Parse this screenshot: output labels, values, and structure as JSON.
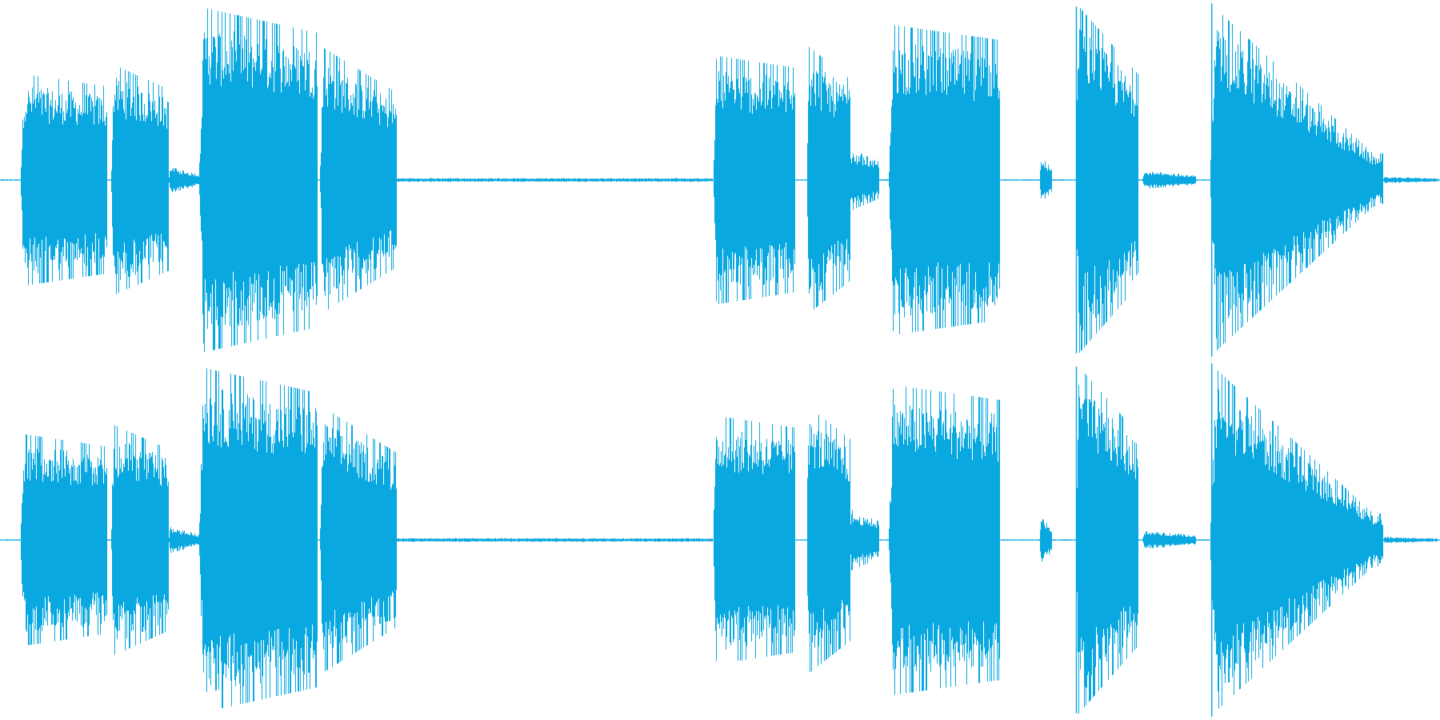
{
  "waveform": {
    "color": "#0aa8e0",
    "background": "#ffffff",
    "channel_count": 2,
    "segments": [
      {
        "start": 0.014,
        "end": 0.074,
        "amp": 0.62,
        "attack": 0.85,
        "decay": 0.12
      },
      {
        "start": 0.077,
        "end": 0.117,
        "amp": 0.7,
        "attack": 0.7,
        "decay": 0.22
      },
      {
        "start": 0.117,
        "end": 0.138,
        "amp": 0.09,
        "attack": 0.2,
        "decay": 0.6
      },
      {
        "start": 0.138,
        "end": 0.22,
        "amp": 0.98,
        "attack": 1.0,
        "decay": 0.15
      },
      {
        "start": 0.222,
        "end": 0.275,
        "amp": 0.8,
        "attack": 0.75,
        "decay": 0.35
      },
      {
        "start": 0.495,
        "end": 0.552,
        "amp": 0.72,
        "attack": 0.9,
        "decay": 0.1
      },
      {
        "start": 0.56,
        "end": 0.59,
        "amp": 0.82,
        "attack": 0.65,
        "decay": 0.25
      },
      {
        "start": 0.59,
        "end": 0.61,
        "amp": 0.2,
        "attack": 0.4,
        "decay": 0.4
      },
      {
        "start": 0.617,
        "end": 0.694,
        "amp": 0.88,
        "attack": 1.0,
        "decay": 0.1
      },
      {
        "start": 0.722,
        "end": 0.73,
        "amp": 0.15,
        "attack": 0.5,
        "decay": 0.5
      },
      {
        "start": 0.747,
        "end": 0.79,
        "amp": 1.0,
        "attack": 1.0,
        "decay": 0.4
      },
      {
        "start": 0.793,
        "end": 0.83,
        "amp": 0.06,
        "attack": 0.3,
        "decay": 0.5
      },
      {
        "start": 0.84,
        "end": 0.96,
        "amp": 1.0,
        "attack": 1.0,
        "decay": 0.9
      },
      {
        "start": 0.96,
        "end": 0.998,
        "amp": 0.02,
        "attack": 0.5,
        "decay": 0.5
      }
    ],
    "silence_band": {
      "start": 0.275,
      "end": 0.495,
      "amp": 0.01
    }
  }
}
